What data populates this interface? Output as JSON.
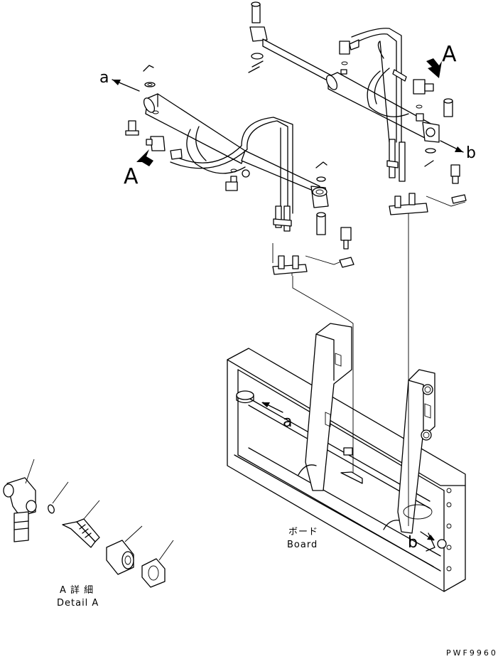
{
  "labels": {
    "arrow_a_top": "a",
    "arrow_b_right": "b",
    "view_a_left": "A",
    "view_a_right": "A",
    "board_arrow_a": "a",
    "board_arrow_b": "b",
    "board_jp": "ボード",
    "board_en": "Board",
    "detail_jp": "A 詳 細",
    "detail_en": "Detail A",
    "drawing_code": "PWF9960"
  },
  "icons": {
    "arrow": "filled-arrow-icon",
    "direction": "direction-arrow-icon"
  }
}
